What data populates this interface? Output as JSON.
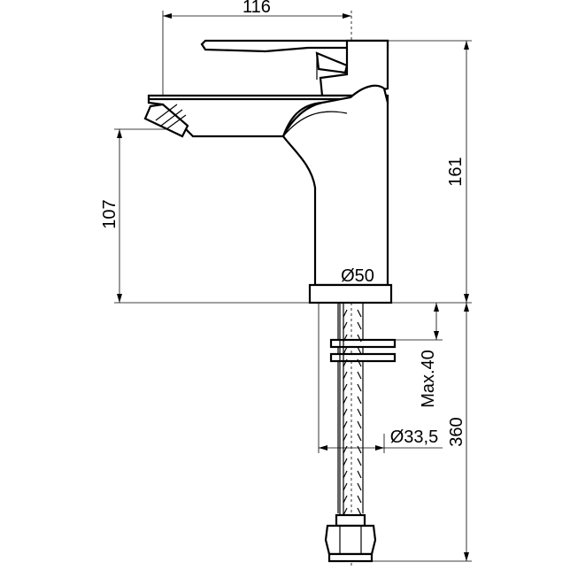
{
  "dimensions": {
    "width_116": "116",
    "height_161": "161",
    "height_107": "107",
    "diameter_50": "Ø50",
    "max_40": "Max.40",
    "diameter_33_5": "Ø33,5",
    "length_360": "360"
  },
  "colors": {
    "line": "#000000",
    "background": "#ffffff"
  }
}
